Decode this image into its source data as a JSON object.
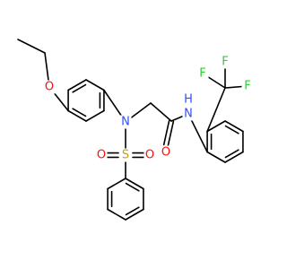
{
  "colors": {
    "background": "#ffffff",
    "bond": "#000000",
    "oxygen": "#ff0d0d",
    "nitrogen": "#3050f8",
    "sulfur": "#c8a000",
    "fluorine": "#33cc33"
  },
  "atom_labels": {
    "ether_oxygen": "O",
    "amine_nitrogen": "N",
    "sulfur": "S",
    "sulfonyl_oxygen_left": "O",
    "sulfonyl_oxygen_right": "O",
    "carbonyl_oxygen": "O",
    "amide_nitrogen": "N",
    "amide_hydrogen": "H",
    "fluorine_top_left": "F",
    "fluorine_top_right": "F",
    "fluorine_right": "F"
  }
}
